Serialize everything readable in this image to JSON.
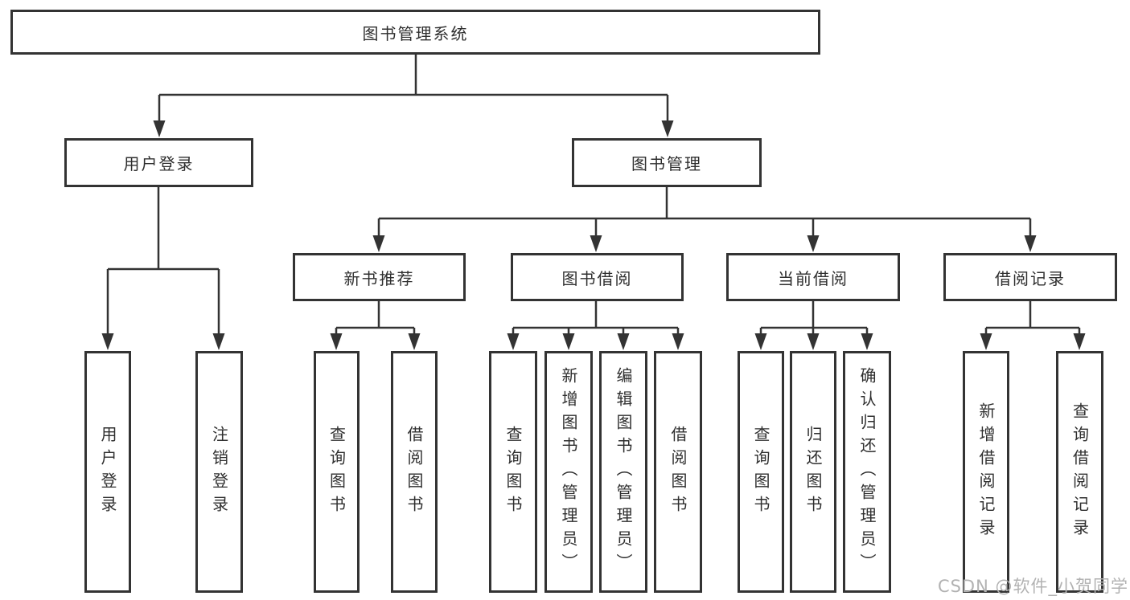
{
  "diagram": {
    "root": {
      "label": "图书管理系统"
    },
    "level1": [
      {
        "label": "用户登录",
        "children": [
          {
            "label": "用户登录"
          },
          {
            "label": "注销登录"
          }
        ]
      },
      {
        "label": "图书管理",
        "children": [
          {
            "label": "新书推荐",
            "children": [
              {
                "label": "查询图书"
              },
              {
                "label": "借阅图书"
              }
            ]
          },
          {
            "label": "图书借阅",
            "children": [
              {
                "label": "查询图书"
              },
              {
                "label": "新增图书（管理员）"
              },
              {
                "label": "编辑图书（管理员）"
              },
              {
                "label": "借阅图书"
              }
            ]
          },
          {
            "label": "当前借阅",
            "children": [
              {
                "label": "查询图书"
              },
              {
                "label": "归还图书"
              },
              {
                "label": "确认归还（管理员）"
              }
            ]
          },
          {
            "label": "借阅记录",
            "children": [
              {
                "label": "新增借阅记录"
              },
              {
                "label": "查询借阅记录"
              }
            ]
          }
        ]
      }
    ]
  },
  "watermark": {
    "text": "CSDN @软件_小贺同学"
  },
  "colors": {
    "line": "#333333",
    "box_border": "#333333",
    "box_fill": "#ffffff",
    "text": "#2f2f2f",
    "watermark": "#b2b2b2",
    "background": "#ffffff"
  }
}
